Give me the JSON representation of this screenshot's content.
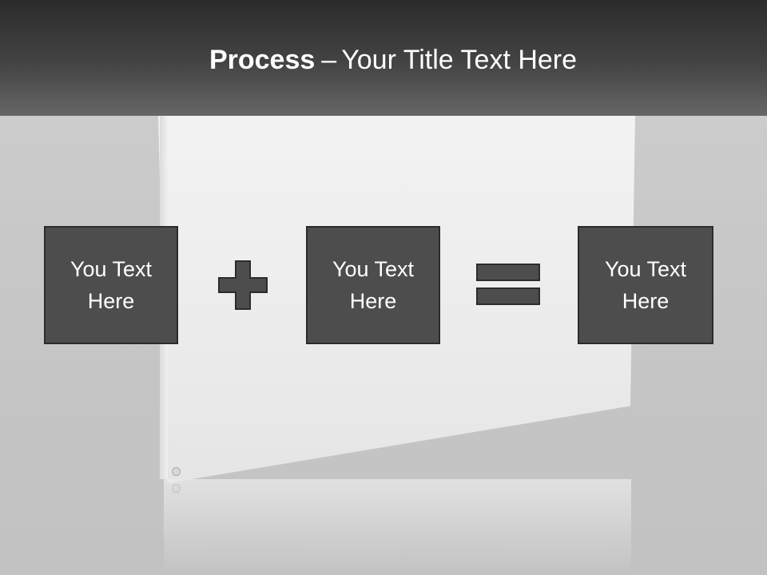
{
  "slide": {
    "title_bold": "Process",
    "title_sep": "–",
    "title_rest": "Your Title Text Here"
  },
  "process": {
    "boxes": [
      {
        "text": "You Text Here"
      },
      {
        "text": "You Text Here"
      },
      {
        "text": "You Text Here"
      }
    ],
    "operators": [
      "plus-icon",
      "equals-icon"
    ]
  },
  "colors": {
    "header_dark": "#2b2b2b",
    "box_fill": "#4d4d4d",
    "operator_fill": "#4d4d4d"
  }
}
